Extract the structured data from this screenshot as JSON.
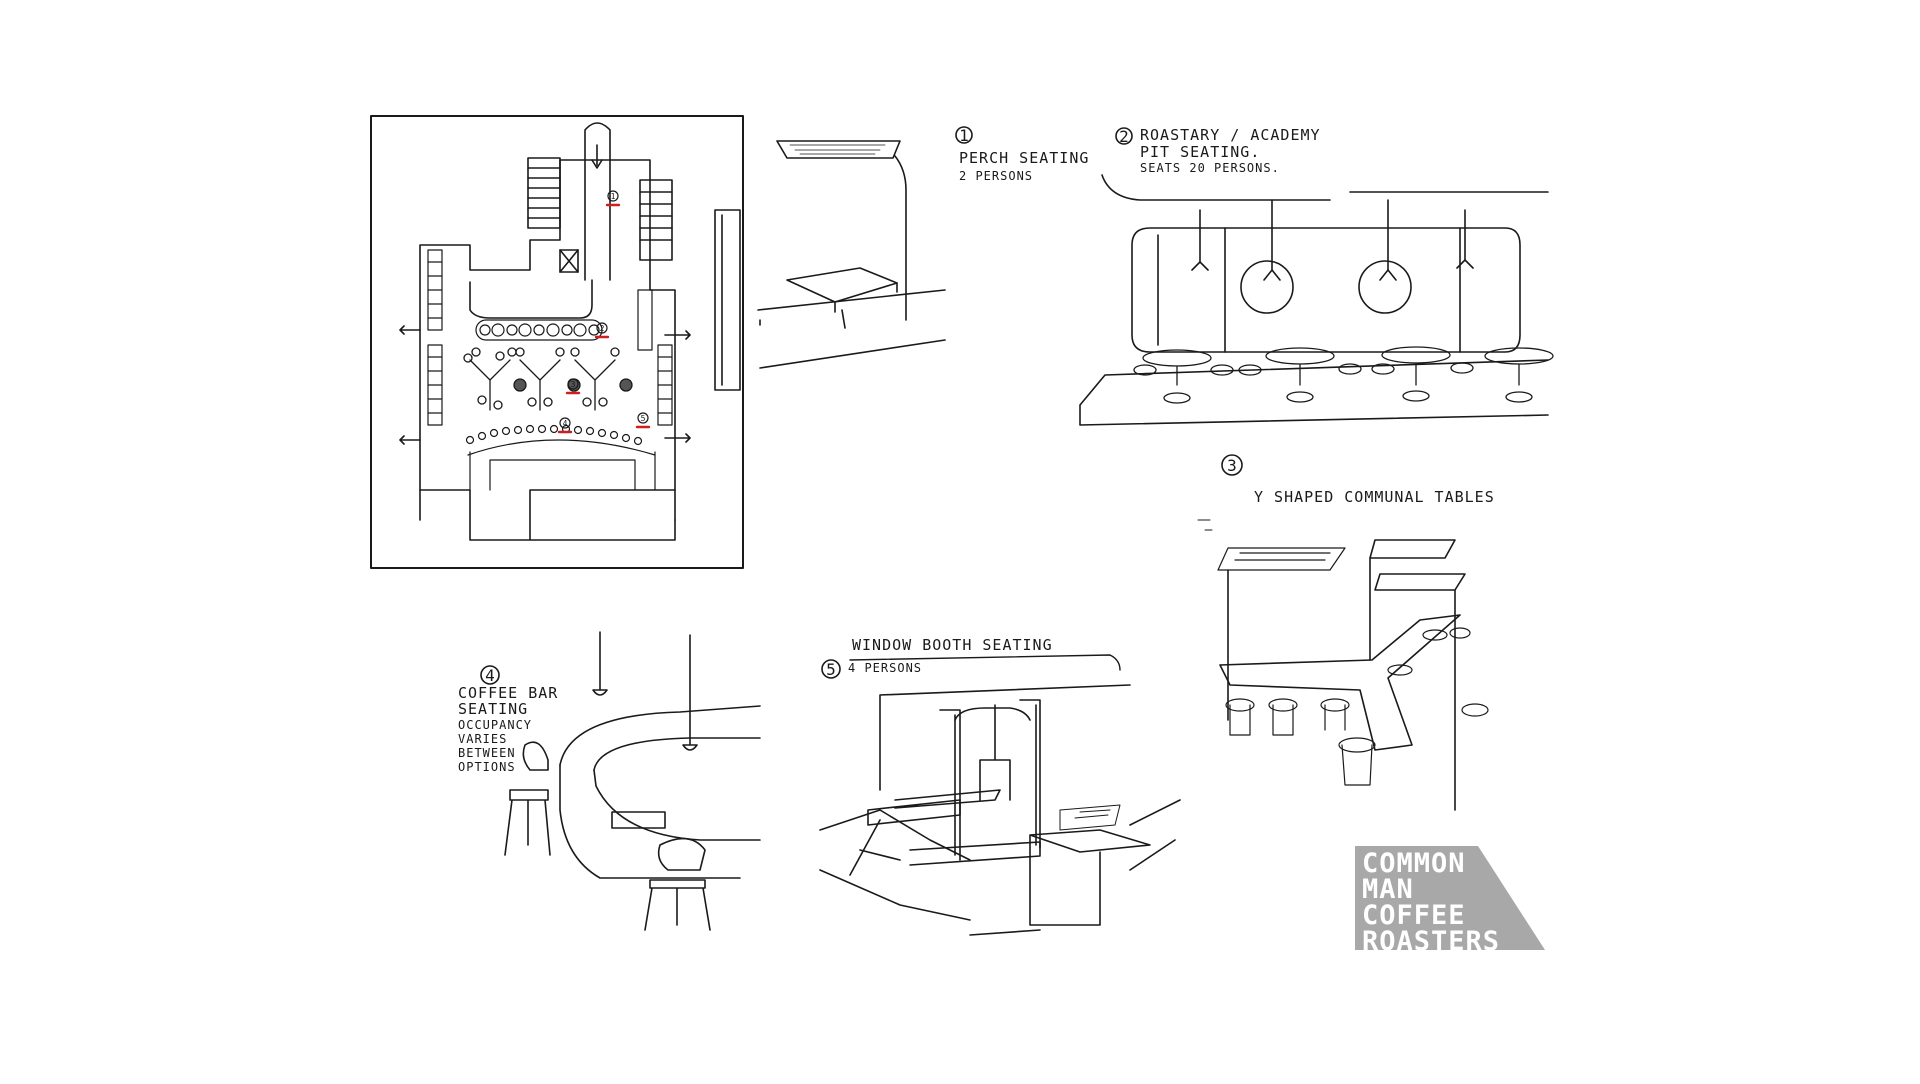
{
  "floorplan": {
    "markers": [
      "1",
      "2",
      "3",
      "4",
      "5"
    ]
  },
  "sketches": {
    "perch": {
      "number": "1",
      "title": "PERCH SEATING",
      "subtitle": "2 PERSONS"
    },
    "pit": {
      "number": "2",
      "title_line1": "ROASTARY / ACADEMY",
      "title_line2": "PIT SEATING.",
      "subtitle": "SEATS 20 PERSONS."
    },
    "ytables": {
      "number": "3",
      "title": "Y SHAPED COMMUNAL TABLES"
    },
    "coffeebar": {
      "number": "4",
      "title_line1": "COFFEE BAR",
      "title_line2": "SEATING",
      "note": [
        "OCCUPANCY",
        "VARIES",
        "BETWEEN",
        "OPTIONS"
      ]
    },
    "booth": {
      "number": "5",
      "title": "WINDOW BOOTH SEATING",
      "subtitle": "4 PERSONS"
    }
  },
  "logo": {
    "lines": [
      "COMMON",
      "MAN",
      "COFFEE",
      "ROASTERS"
    ],
    "color": "#a8a8a8"
  },
  "colors": {
    "ink": "#1a1a1a",
    "marker_red": "#cc1f1f"
  }
}
